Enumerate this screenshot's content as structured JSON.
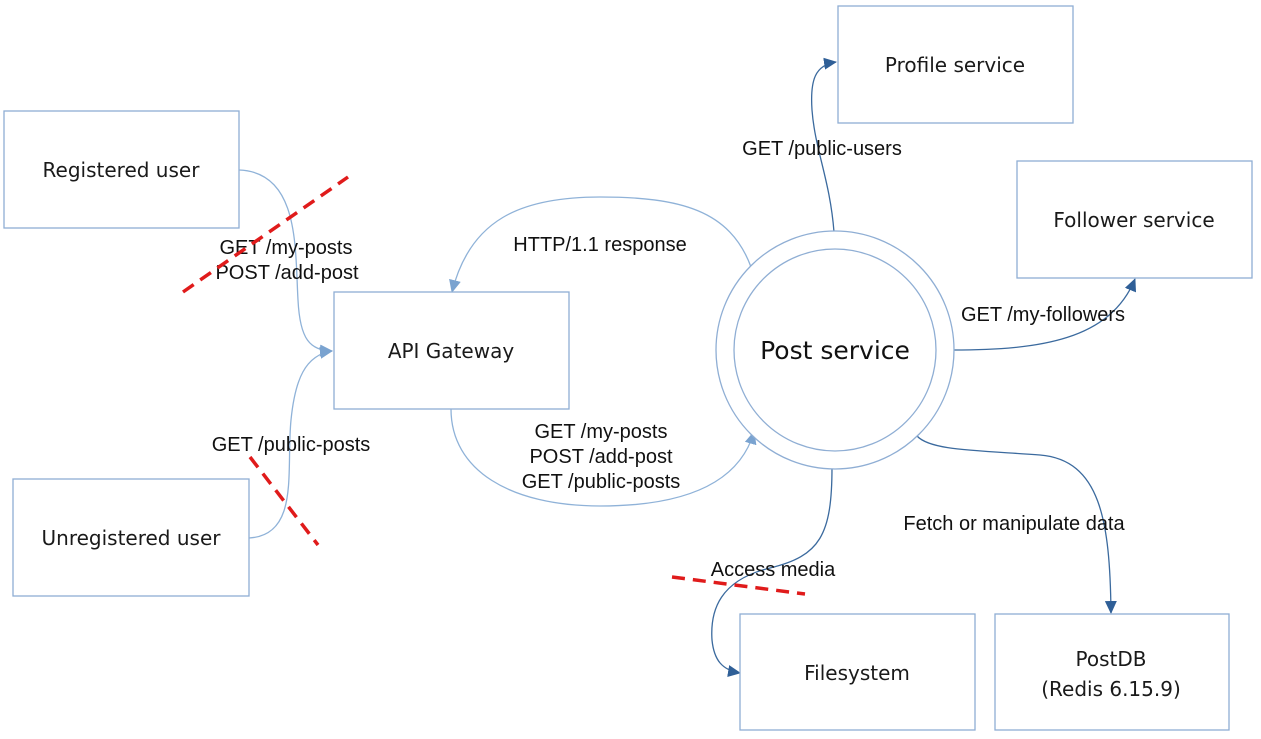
{
  "nodes": {
    "registered_user": "Registered user",
    "unregistered_user": "Unregistered user",
    "api_gateway": "API Gateway",
    "post_service": "Post service",
    "profile_service": "Profile service",
    "follower_service": "Follower service",
    "filesystem": "Filesystem",
    "postdb_line1": "PostDB",
    "postdb_line2": "(Redis 6.15.9)"
  },
  "edges": {
    "registered_to_gateway": [
      "GET /my-posts",
      "POST /add-post"
    ],
    "unregistered_to_gateway": "GET /public-posts",
    "gateway_to_post": [
      "GET /my-posts",
      "POST /add-post",
      "GET /public-posts"
    ],
    "post_to_gateway": "HTTP/1.1 response",
    "post_to_profile": "GET /public-users",
    "post_to_follower": "GET /my-followers",
    "post_to_filesystem": "Access media",
    "post_to_postdb": "Fetch or manipulate data"
  },
  "colors": {
    "box_border": "#8faed4",
    "edge_light": "#8fb2d8",
    "edge_dark": "#3b6a9e",
    "cut_marker": "#e01b1b"
  }
}
